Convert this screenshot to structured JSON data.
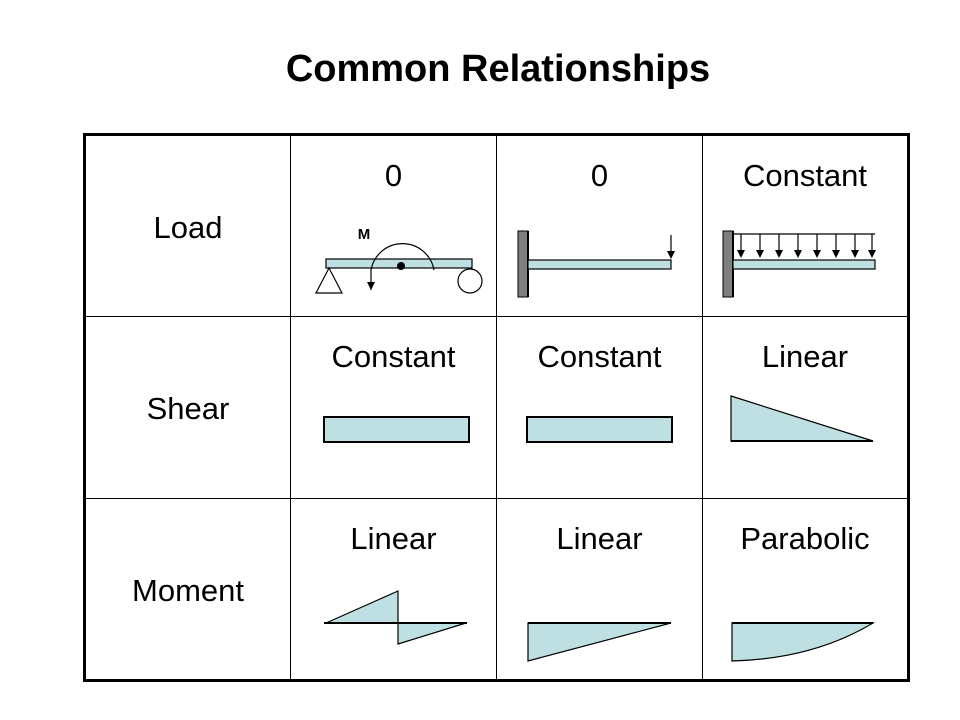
{
  "title": "Common Relationships",
  "table": {
    "rows": [
      {
        "label": "Load",
        "cells": [
          "0",
          "0",
          "Constant"
        ]
      },
      {
        "label": "Shear",
        "cells": [
          "Constant",
          "Constant",
          "Linear"
        ]
      },
      {
        "label": "Moment",
        "cells": [
          "Linear",
          "Linear",
          "Parabolic"
        ]
      }
    ]
  },
  "diagrams": {
    "moment_label": "M"
  },
  "colors": {
    "fill": "#bfe0e3",
    "stroke": "#000000",
    "wall": "#7f7f7f"
  }
}
